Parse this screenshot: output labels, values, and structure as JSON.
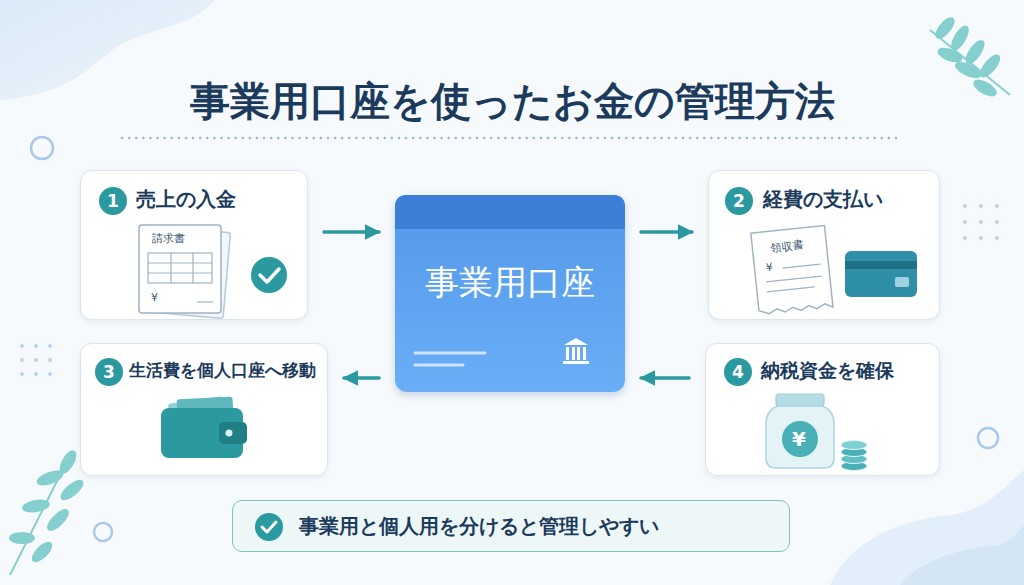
{
  "diagram": {
    "title": "事業用口座を使ったお金の管理方法",
    "nodes": [
      {
        "text": [
          "1",
          "売上の入金",
          "請求書",
          "¥"
        ]
      },
      {
        "text": [
          "事業用口座"
        ]
      },
      {
        "text": [
          "2",
          "経費の支払い",
          "領収書",
          "¥"
        ]
      },
      {
        "text": [
          "3",
          "生活費を個人口座へ移動"
        ]
      },
      {
        "text": [
          "4",
          "納税資金を確保",
          "¥"
        ]
      },
      {
        "text": [
          "事業用と個人用を分けると管理しやすい"
        ]
      }
    ],
    "edges": [
      {
        "from": 0,
        "to": 1,
        "arrow": "to"
      },
      {
        "from": 1,
        "to": 2,
        "arrow": "to"
      },
      {
        "from": 1,
        "to": 3,
        "arrow": "to"
      },
      {
        "from": 4,
        "to": 1,
        "arrow": "to"
      }
    ]
  }
}
